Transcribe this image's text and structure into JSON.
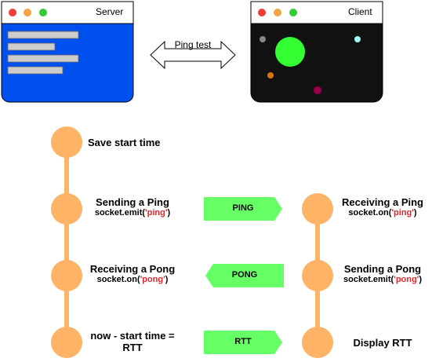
{
  "top": {
    "server_window": {
      "title": "Server"
    },
    "client_window": {
      "title": "Client"
    },
    "link_label": "Ping test"
  },
  "server_timeline": {
    "steps": [
      {
        "title": "Save start time",
        "code_prefix": "",
        "code_arg": "",
        "code_suffix": ""
      },
      {
        "title": "Sending a Ping",
        "code_prefix": "socket.emit(",
        "code_arg": "'ping'",
        "code_suffix": ")"
      },
      {
        "title": "Receiving a Pong",
        "code_prefix": "socket.on(",
        "code_arg": "'pong'",
        "code_suffix": ")"
      },
      {
        "title": "now - start time =",
        "title2": "RTT"
      }
    ]
  },
  "client_timeline": {
    "steps": [
      {
        "title": "Receiving a Ping",
        "code_prefix": "socket.on(",
        "code_arg": "'ping'",
        "code_suffix": ")"
      },
      {
        "title": "Sending a Pong",
        "code_prefix": "socket.emit(",
        "code_arg": "'pong'",
        "code_suffix": ")"
      },
      {
        "title": "Display RTT"
      }
    ]
  },
  "messages": [
    {
      "label": "PING",
      "direction": "right"
    },
    {
      "label": "PONG",
      "direction": "left"
    },
    {
      "label": "RTT",
      "direction": "right"
    }
  ],
  "colors": {
    "window_fill": "#0050ef",
    "client_fill": "#111111",
    "node": "#ffb366",
    "message": "#66ff66",
    "code_string": "#e8262b"
  }
}
